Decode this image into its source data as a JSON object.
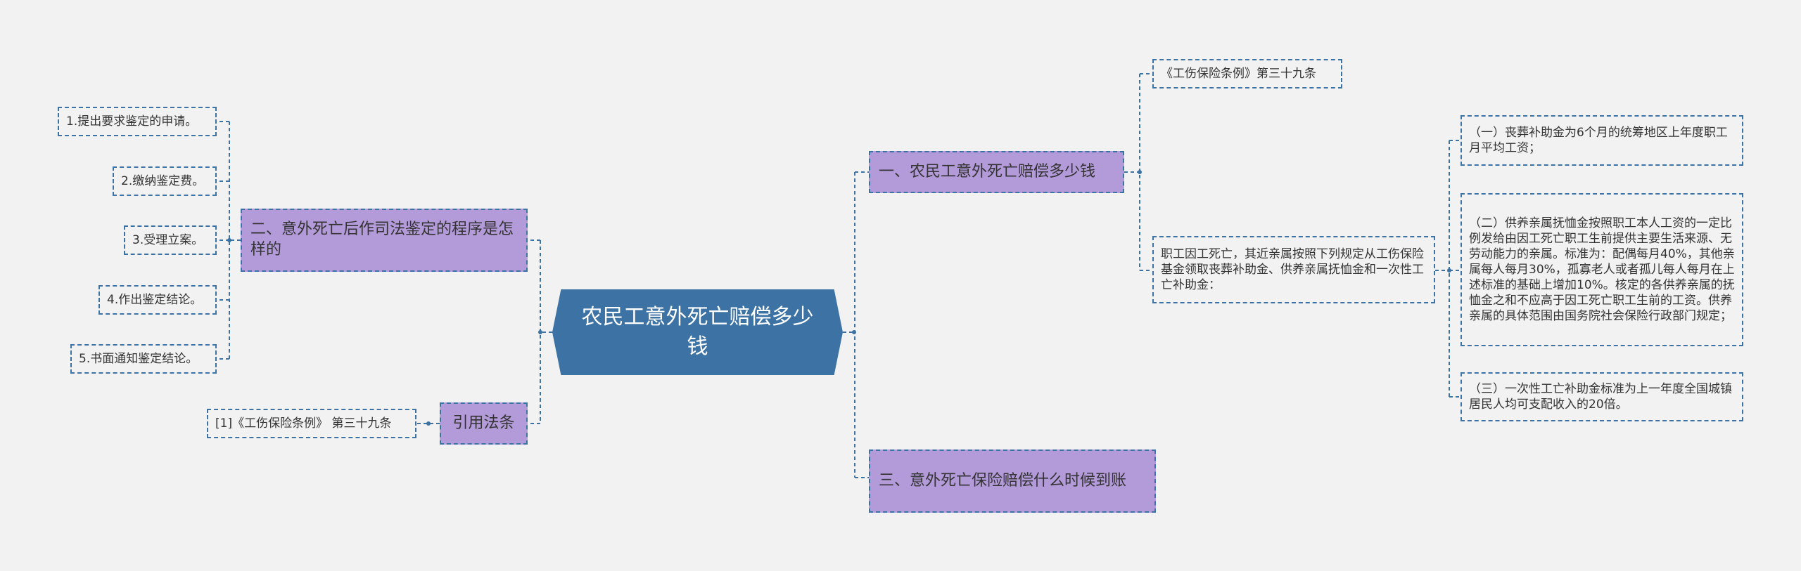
{
  "root": {
    "title": "农民工意外死亡赔偿多少钱"
  },
  "left": {
    "branch_procedure": "二、意外死亡后作司法鉴定的程序是怎样的",
    "steps": [
      "1.提出要求鉴定的申请。",
      "2.缴纳鉴定费。",
      "3.受理立案。",
      "4.作出鉴定结论。",
      "5.书面通知鉴定结论。"
    ],
    "branch_citation": "引用法条",
    "citation": "[1]《工伤保险条例》 第三十九条"
  },
  "right": {
    "branch_amount": "一、农民工意外死亡赔偿多少钱",
    "regulation": "《工伤保险条例》第三十九条",
    "intro": "职工因工死亡，其近亲属按照下列规定从工伤保险基金领取丧葬补助金、供养亲属抚恤金和一次性工亡补助金：",
    "items": [
      "（一）丧葬补助金为6个月的统筹地区上年度职工月平均工资；",
      "（二）供养亲属抚恤金按照职工本人工资的一定比例发给由因工死亡职工生前提供主要生活来源、无劳动能力的亲属。标准为：配偶每月40%，其他亲属每人每月30%，孤寡老人或者孤儿每人每月在上述标准的基础上增加10%。核定的各供养亲属的抚恤金之和不应高于因工死亡职工生前的工资。供养亲属的具体范围由国务院社会保险行政部门规定；",
      "（三）一次性工亡补助金标准为上一年度全国城镇居民人均可支配收入的20倍。"
    ],
    "branch_timing": "三、意外死亡保险赔偿什么时候到账"
  },
  "colors": {
    "background": "#f2f2f2",
    "root_fill": "#3d72a4",
    "branch_fill": "#b39ad8",
    "connector": "#3d72a4"
  }
}
